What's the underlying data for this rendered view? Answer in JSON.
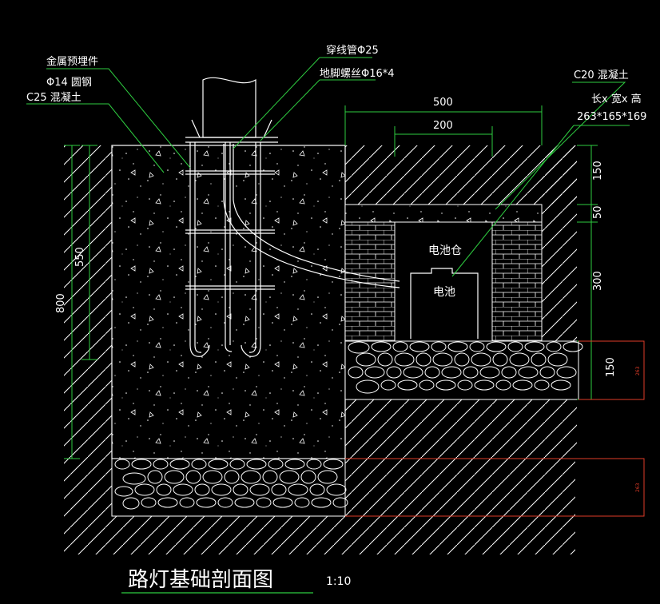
{
  "title": "路灯基础剖面图",
  "scale": "1:10",
  "labels": {
    "metal_embed": "金属预埋件",
    "round_steel": "Φ14  圆钢",
    "c25_concrete": "C25  混凝土",
    "conduit": "穿线管Φ25",
    "anchor_bolt": "地脚螺丝Φ16*4",
    "c20_concrete": "C20  混凝土",
    "lwh": "长x 宽x 高",
    "lwh_value": "263*165*169",
    "battery_bay": "电池仓",
    "battery": "电池"
  },
  "dims": {
    "d500": "500",
    "d200": "200",
    "d150_top": "150",
    "d50": "50",
    "d300": "300",
    "d150_bottom": "150",
    "d800": "800",
    "d550": "550",
    "d263_a": "263",
    "d263_b": "263"
  },
  "colors": {
    "background": "#000000",
    "lines": "#ffffff",
    "dimension": "#2ecc40",
    "leader": "#2ecc40",
    "red_dim": "#e03c28"
  }
}
